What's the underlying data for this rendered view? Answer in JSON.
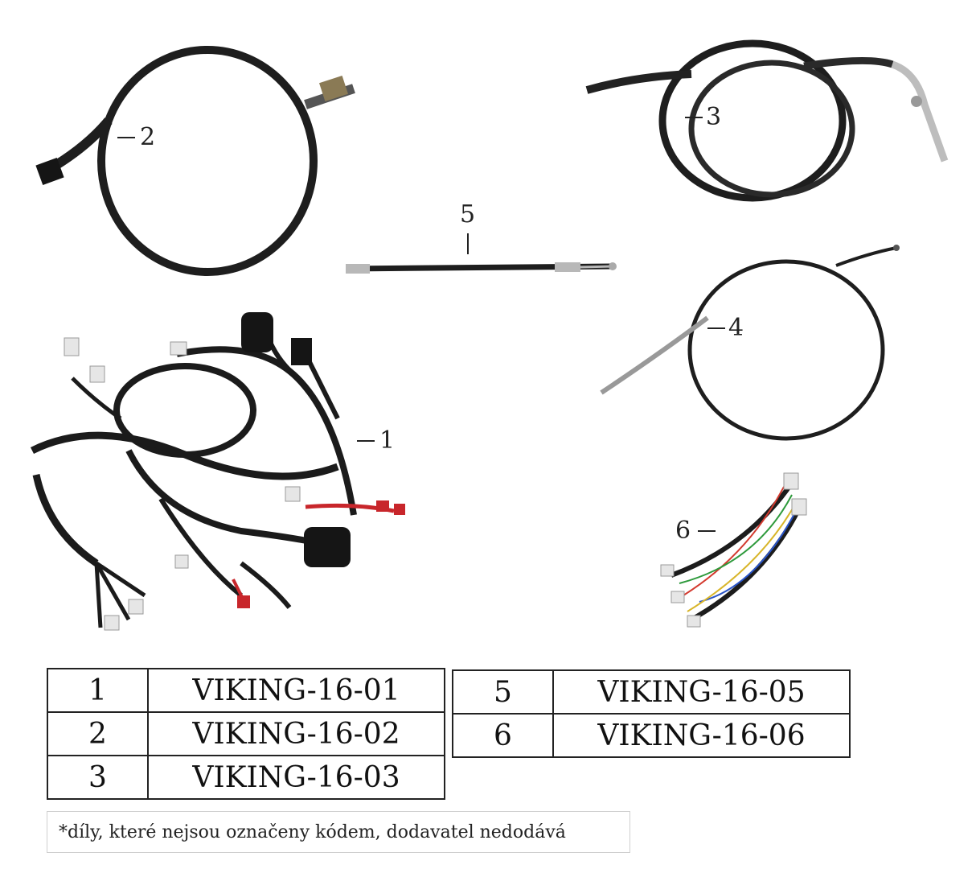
{
  "callouts": {
    "c1": "1",
    "c2": "2",
    "c3": "3",
    "c4": "4",
    "c5": "5",
    "c6": "6"
  },
  "table_left": [
    {
      "num": "1",
      "code": "VIKING-16-01"
    },
    {
      "num": "2",
      "code": "VIKING-16-02"
    },
    {
      "num": "3",
      "code": "VIKING-16-03"
    }
  ],
  "table_right": [
    {
      "num": "5",
      "code": "VIKING-16-05"
    },
    {
      "num": "6",
      "code": "VIKING-16-06"
    }
  ],
  "footnote": "*díly, které nejsou označeny kódem, dodavatel nedodává",
  "colors": {
    "cable": "#1c1c1c",
    "metal": "#b8b8b8",
    "connector_white": "#e6e6e6",
    "terminal_red": "#c8262b",
    "wire_red": "#d33a2f",
    "wire_blue": "#2a55c8",
    "wire_green": "#2e9a3c",
    "wire_yellow": "#d8b52a"
  },
  "icons": [
    "wiring-harness",
    "speedometer-cable",
    "throttle-cable",
    "brake-cable",
    "short-cable",
    "small-harness"
  ]
}
